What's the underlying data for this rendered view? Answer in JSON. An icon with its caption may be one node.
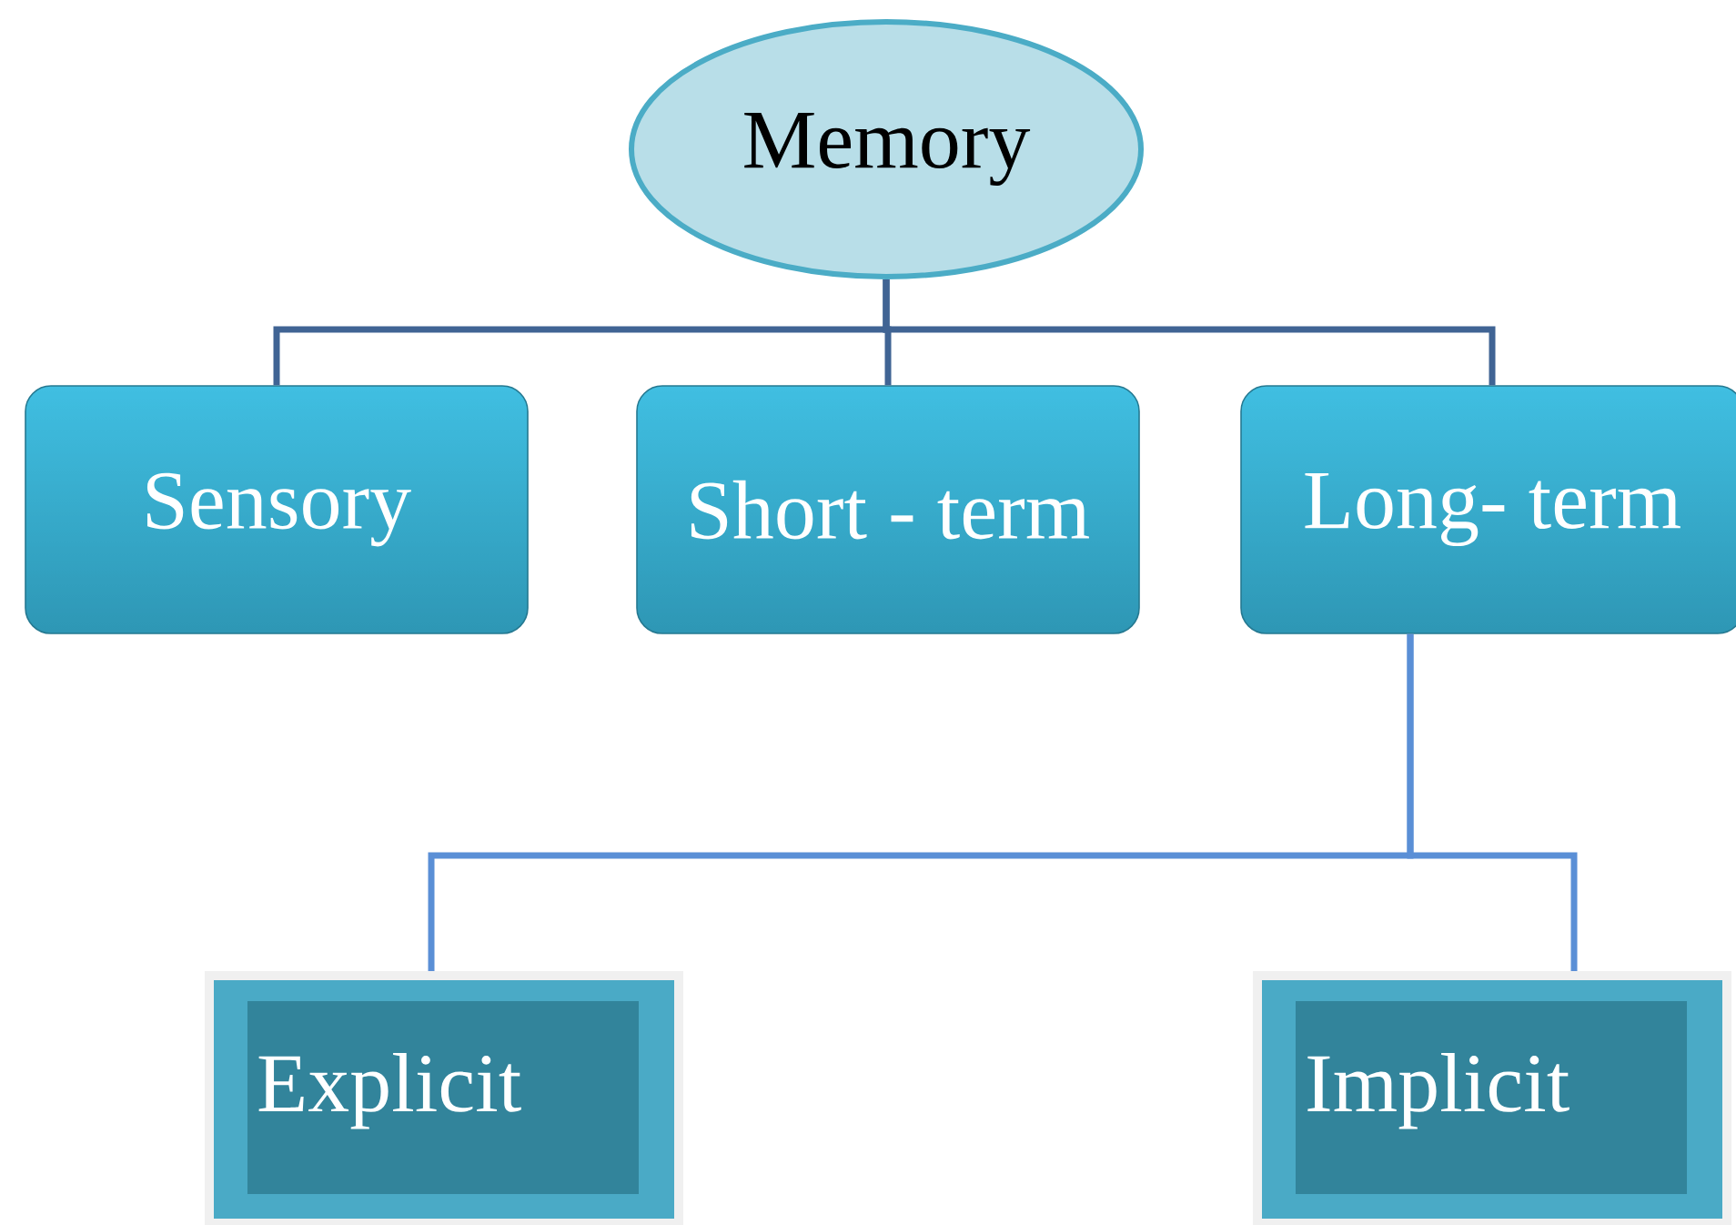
{
  "diagram": {
    "nodes": [
      {
        "text": [
          "Memory"
        ]
      },
      {
        "text": [
          "Sensory"
        ]
      },
      {
        "text": [
          "Short - term"
        ]
      },
      {
        "text": [
          "Long- term"
        ]
      },
      {
        "text": [
          "Explicit"
        ]
      },
      {
        "text": [
          "Implicit"
        ]
      }
    ],
    "edges": [
      {
        "from": 0,
        "to": 1,
        "arrow": "none"
      },
      {
        "from": 0,
        "to": 2,
        "arrow": "none"
      },
      {
        "from": 0,
        "to": 3,
        "arrow": "none"
      },
      {
        "from": 3,
        "to": 4,
        "arrow": "none",
        "color": "#5a8fd6"
      },
      {
        "from": 3,
        "to": 5,
        "arrow": "none",
        "color": "#5a8fd6"
      }
    ]
  }
}
